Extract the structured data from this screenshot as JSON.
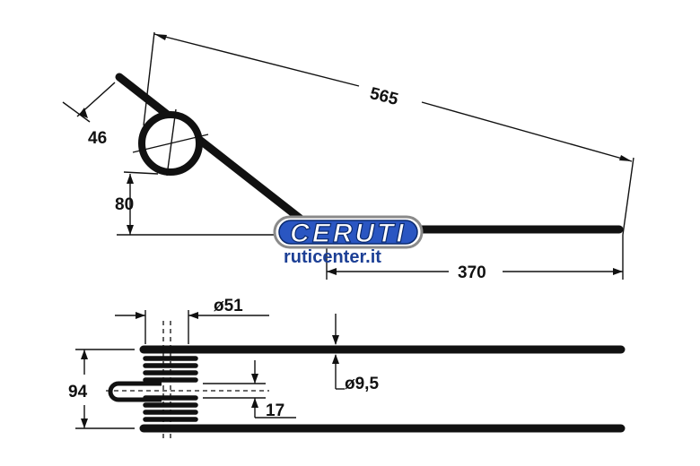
{
  "side_view": {
    "dim_total": "565",
    "dim_tip": "46",
    "dim_height": "80",
    "dim_straight": "370"
  },
  "plan_view": {
    "dim_coil_dia": "ø51",
    "dim_width": "94",
    "dim_wire_dia": "ø9,5",
    "dim_gap": "17"
  },
  "watermark": {
    "logo": "CERUTI",
    "site": "ruticenter.it",
    "brand_color": "#1c3f95"
  }
}
